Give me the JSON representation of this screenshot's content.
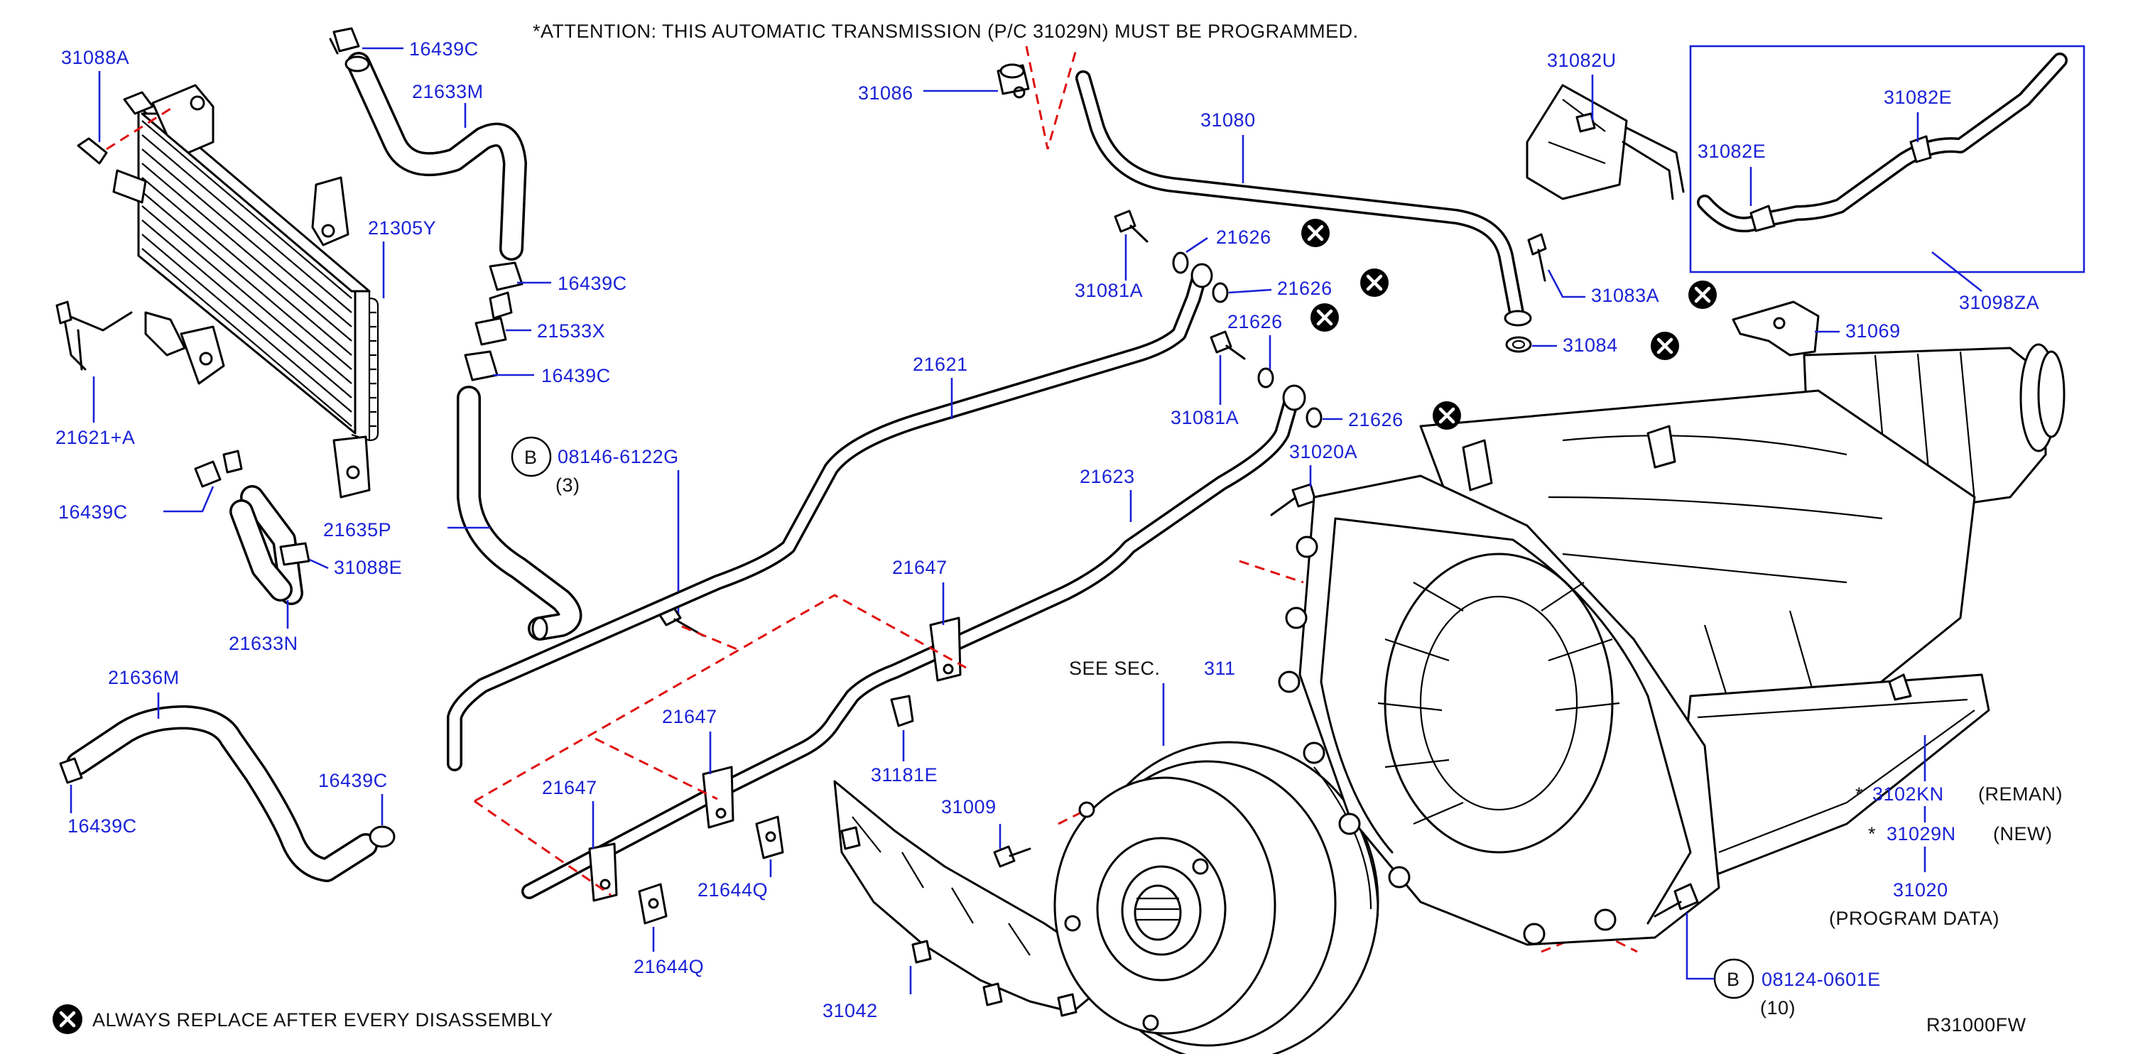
{
  "header": {
    "attention": "*ATTENTION:  THIS  AUTOMATIC  TRANSMISSION  (P/C  31029N)  MUST  BE  PROGRAMMED."
  },
  "parts": {
    "p31088A": "31088A",
    "p16439C_top": "16439C",
    "p21633M": "21633M",
    "p21305Y": "21305Y",
    "p16439C_mid": "16439C",
    "p21533X": "21533X",
    "p16439C_mid2": "16439C",
    "p21621A": "21621+A",
    "p16439C_left": "16439C",
    "p21635P": "21635P",
    "p31088E": "31088E",
    "p21633N": "21633N",
    "p08146": "08146-6122G",
    "p08146_qty": "(3)",
    "p21636M": "21636M",
    "p16439C_b1": "16439C",
    "p16439C_b2": "16439C",
    "p31086": "31086",
    "p31080": "31080",
    "p31081A_1": "31081A",
    "p21626_1": "21626",
    "p21626_2": "21626",
    "p21626_3": "21626",
    "p31081A_2": "31081A",
    "p21626_4": "21626",
    "p21621": "21621",
    "p21623": "21623",
    "p21647_1": "21647",
    "p21647_2": "21647",
    "p21647_3": "21647",
    "p31181E": "31181E",
    "p21644Q_1": "21644Q",
    "p21644Q_2": "21644Q",
    "p31009": "31009",
    "p31042": "31042",
    "see_sec": "SEE   SEC.",
    "see_sec_num": "311",
    "p31020A": "31020A",
    "p31082U": "31082U",
    "p31082E_1": "31082E",
    "p31082E_2": "31082E",
    "p31098ZA": "31098ZA",
    "p31083A": "31083A",
    "p31084": "31084",
    "p31069": "31069",
    "p3102KN": "3102KN",
    "p3102KN_note": "(REMAN)",
    "p31029N": "31029N",
    "p31029N_note": "(NEW)",
    "star": "*",
    "p31020": "31020",
    "p31020_note": "(PROGRAM   DATA)",
    "p08124": "08124-0601E",
    "p08124_qty": "(10)",
    "b_letter": "B"
  },
  "footer": {
    "legend": "ALWAYS   REPLACE   AFTER   EVERY   DISASSEMBLY",
    "diagram_code": "R31000FW"
  },
  "colors": {
    "label_blue": "#1a22d6",
    "guide_red": "#e01010",
    "ink": "#000000"
  },
  "icons": [
    "replace-marker-icon"
  ]
}
